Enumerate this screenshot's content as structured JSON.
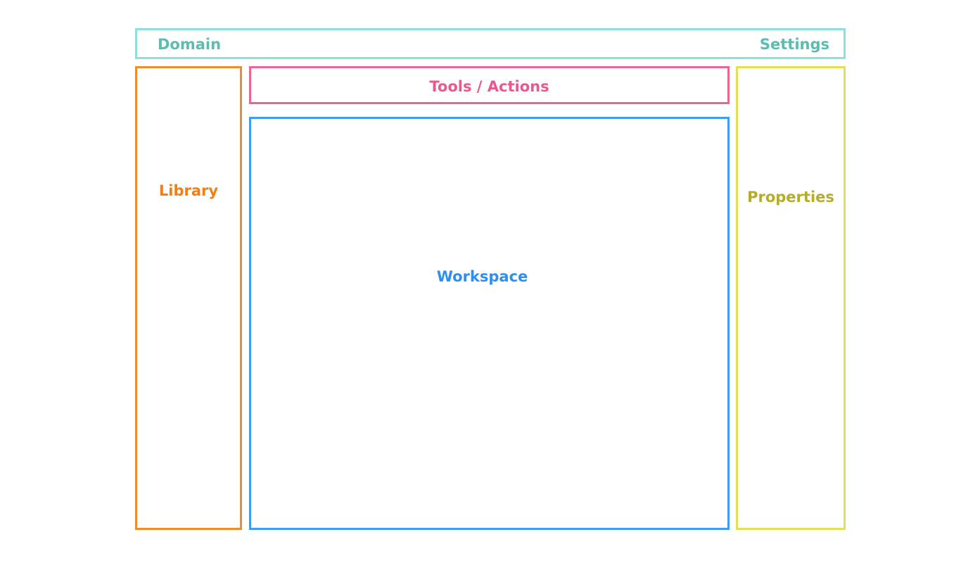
{
  "header": {
    "domain_label": "Domain",
    "settings_label": "Settings",
    "border_color": "#8fe0dc",
    "text_color": "#5bbdb0"
  },
  "library": {
    "label": "Library",
    "border_color": "#f08c2c",
    "text_color": "#f07f14"
  },
  "tools": {
    "label": "Tools / Actions",
    "border_color": "#ec6594",
    "text_color": "#e9588f"
  },
  "workspace": {
    "label": "Workspace",
    "border_color": "#3d9df0",
    "text_color": "#2f8ff0"
  },
  "properties": {
    "label": "Properties",
    "border_color": "#e5de57",
    "text_color": "#b5ad2a"
  }
}
